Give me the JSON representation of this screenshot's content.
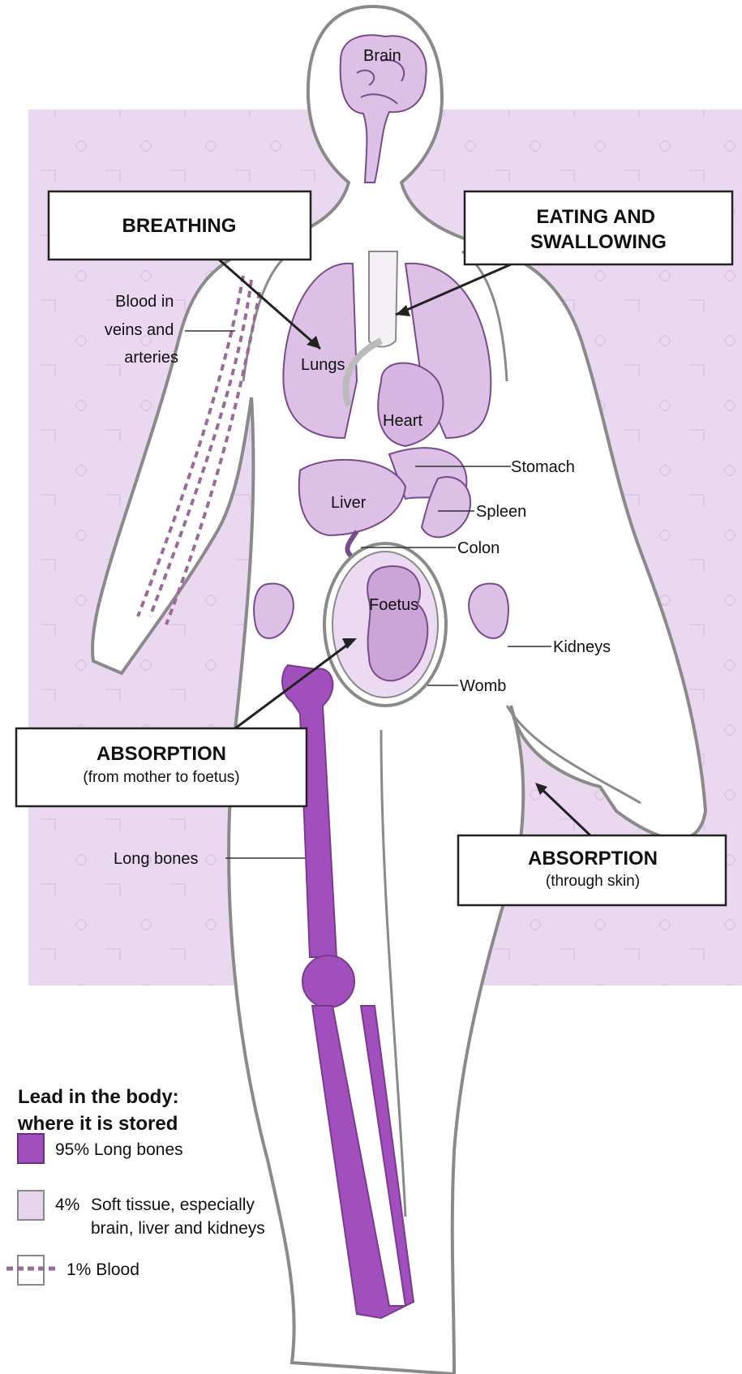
{
  "organs": {
    "brain": "Brain",
    "lungs": "Lungs",
    "heart": "Heart",
    "stomach": "Stomach",
    "liver": "Liver",
    "spleen": "Spleen",
    "colon": "Colon",
    "foetus": "Foetus",
    "kidneys": "Kidneys",
    "womb": "Womb",
    "long_bones": "Long bones",
    "blood_vessels": [
      "Blood in",
      "veins and",
      "arteries"
    ]
  },
  "routes": {
    "breathing": "BREATHING",
    "eating": [
      "EATING AND",
      "SWALLOWING"
    ],
    "absorption_mother": {
      "title": "ABSORPTION",
      "sub": "(from mother to foetus)"
    },
    "absorption_skin": {
      "title": "ABSORPTION",
      "sub": "(through skin)"
    }
  },
  "legend": {
    "title": [
      "Lead in the body:",
      "where it is stored"
    ],
    "items": [
      {
        "pct": "95%",
        "text": [
          "Long bones"
        ],
        "swatch": "dark-purple"
      },
      {
        "pct": "4%",
        "text": [
          "Soft tissue, especially",
          "brain, liver and kidneys"
        ],
        "swatch": "light-purple"
      },
      {
        "pct": "1%",
        "text": [
          "Blood"
        ],
        "swatch": "dashed-blood-line"
      }
    ]
  },
  "colors": {
    "bone": "#a24fbe",
    "soft_tissue": "#dcc0e6",
    "background_band": "#e9d8ef",
    "outline": "#8a8a8a",
    "blood_dash": "#9a6a9a"
  }
}
